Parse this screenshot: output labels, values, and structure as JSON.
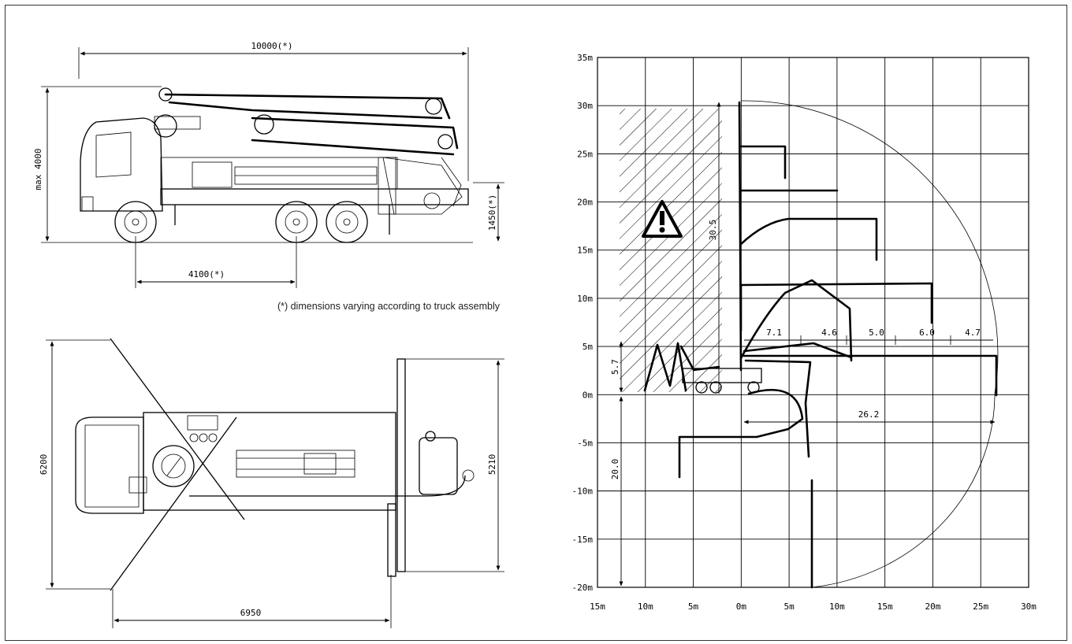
{
  "side_view": {
    "overall_length": "10000(*)",
    "max_height": "max 4000",
    "wheelbase": "4100(*)",
    "rear_height": "1450(*)"
  },
  "footnote": "(*) dimensions varying according to truck assembly",
  "top_view": {
    "front_outrigger_span": "6200",
    "rear_outrigger_span": "5210",
    "outrigger_base": "6950"
  },
  "reach_diagram": {
    "y_tick_labels": [
      "35m",
      "30m",
      "25m",
      "20m",
      "15m",
      "10m",
      "5m",
      "0m",
      "-5m",
      "-10m",
      "-15m",
      "-20m"
    ],
    "x_tick_labels": [
      "15m",
      "10m",
      "5m",
      "0m",
      "5m",
      "10m",
      "15m",
      "20m",
      "25m",
      "30m"
    ],
    "vertical_reach": "30.5",
    "height_above_ground": "5.7",
    "depth_below": "20.0",
    "horizontal_reach": "26.2",
    "section_lengths": [
      "7.1",
      "4.6",
      "5.0",
      "6.0",
      "4.7"
    ],
    "warning_icon": "warning-triangle-icon"
  }
}
